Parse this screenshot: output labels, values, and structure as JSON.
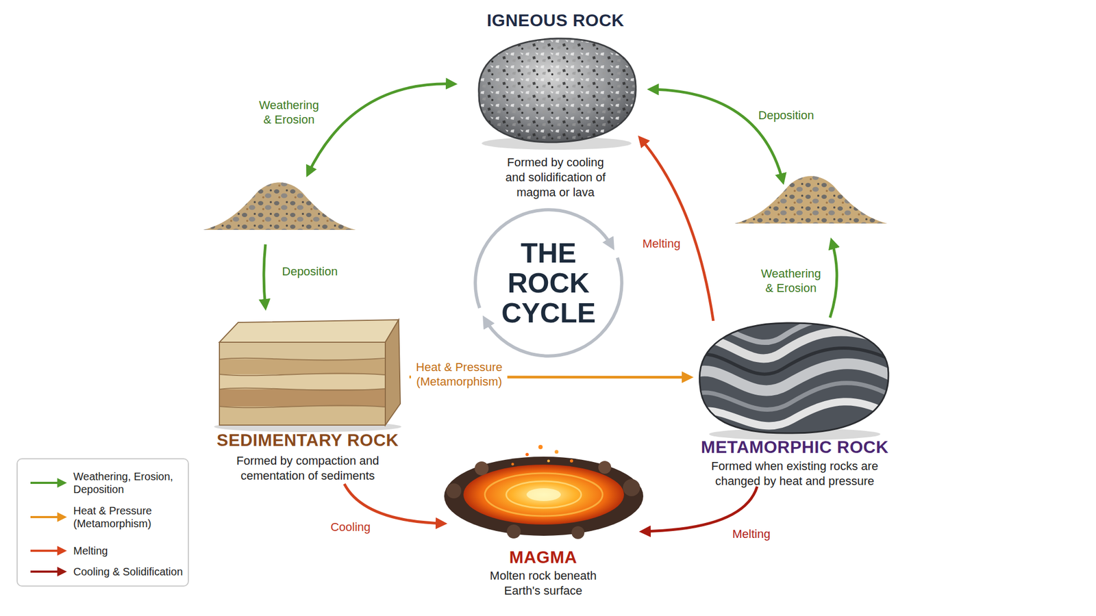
{
  "diagram": {
    "title": "THE ROCK CYCLE",
    "nodes": [
      {
        "text": [
          "IGNEOUS ROCK",
          "Formed by cooling and solidification of magma or lava"
        ]
      },
      {
        "text": [
          "SEDIMENTARY ROCK",
          "Formed by compaction and cementation of sediments"
        ]
      },
      {
        "text": [
          "METAMORPHIC ROCK",
          "Formed when existing rocks are changed by heat and pressure"
        ]
      },
      {
        "text": [
          "MAGMA",
          "Molten rock beneath Earth's surface"
        ]
      }
    ],
    "edges": [
      {
        "from": 1,
        "to": 2,
        "label": "Heat & Pressure (Metamorphism)",
        "arrow": "to"
      },
      {
        "from": 2,
        "to": 0,
        "label": "Melting",
        "arrow": "to"
      },
      {
        "from": 1,
        "to": 3,
        "label": "Cooling",
        "arrow": "to"
      },
      {
        "from": 2,
        "to": 3,
        "label": "Melting",
        "arrow": "to"
      }
    ],
    "labels": [
      "Weathering & Erosion",
      "Deposition",
      "Deposition",
      "Weathering & Erosion"
    ],
    "legend": [
      {
        "text": "Weathering, Erosion, Deposition"
      },
      {
        "text": "Heat & Pressure (Metamorphism)"
      },
      {
        "text": "Melting"
      },
      {
        "text": "Cooling & Solidification"
      }
    ]
  }
}
